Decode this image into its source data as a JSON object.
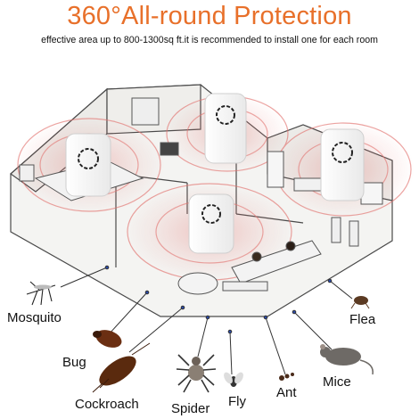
{
  "header": {
    "title": "360°All-round Protection",
    "subtitle": "effective area up to 800-1300sq ft.it is recommended to install one for each room"
  },
  "pests": [
    {
      "key": "mosquito",
      "label": "Mosquito",
      "icon": "mosquito-icon"
    },
    {
      "key": "bug",
      "label": "Bug",
      "icon": "bug-icon"
    },
    {
      "key": "cockroach",
      "label": "Cockroach",
      "icon": "cockroach-icon"
    },
    {
      "key": "spider",
      "label": "Spider",
      "icon": "spider-icon"
    },
    {
      "key": "fly",
      "label": "Fly",
      "icon": "fly-icon"
    },
    {
      "key": "ant",
      "label": "Ant",
      "icon": "ant-icon"
    },
    {
      "key": "mice",
      "label": "Mice",
      "icon": "mouse-icon"
    },
    {
      "key": "flea",
      "label": "Flea",
      "icon": "flea-icon"
    }
  ],
  "colors": {
    "title": "#e8702a",
    "wave": "#e2736f",
    "device": "#ffffff",
    "device_outline": "#c8c8c8",
    "wall": "#f2f2f0",
    "floor": "#eeeeec",
    "line": "#4a4a4a"
  }
}
